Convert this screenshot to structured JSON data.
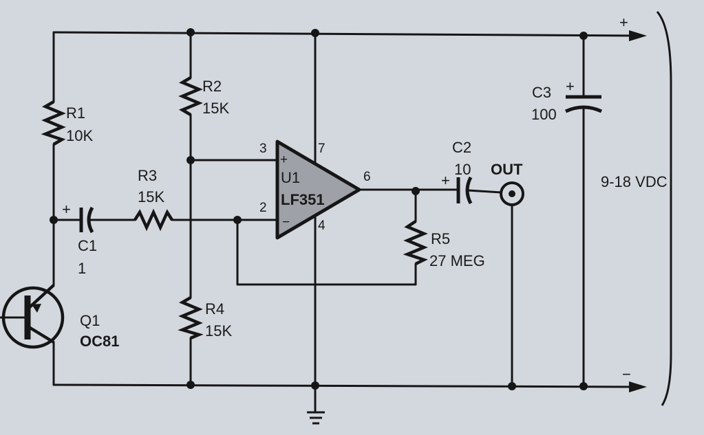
{
  "supply": {
    "plus": "+",
    "minus": "−",
    "voltage": "9-18 VDC"
  },
  "R1": {
    "ref": "R1",
    "value": "10K"
  },
  "R2": {
    "ref": "R2",
    "value": "15K"
  },
  "R3": {
    "ref": "R3",
    "value": "15K"
  },
  "R4": {
    "ref": "R4",
    "value": "15K"
  },
  "R5": {
    "ref": "R5",
    "value": "27 MEG"
  },
  "C1": {
    "ref": "C1",
    "value": "1",
    "polarity": "+"
  },
  "C2": {
    "ref": "C2",
    "value": "10",
    "polarity": "+"
  },
  "C3": {
    "ref": "C3",
    "value": "100",
    "polarity": "+"
  },
  "Q1": {
    "ref": "Q1",
    "part": "OC81"
  },
  "U1": {
    "ref": "U1",
    "part": "LF351",
    "pin3": "3",
    "pin2": "2",
    "pin7": "7",
    "pin4": "4",
    "pin6": "6",
    "in_plus": "+",
    "in_minus": "−"
  },
  "output": {
    "label": "OUT"
  }
}
